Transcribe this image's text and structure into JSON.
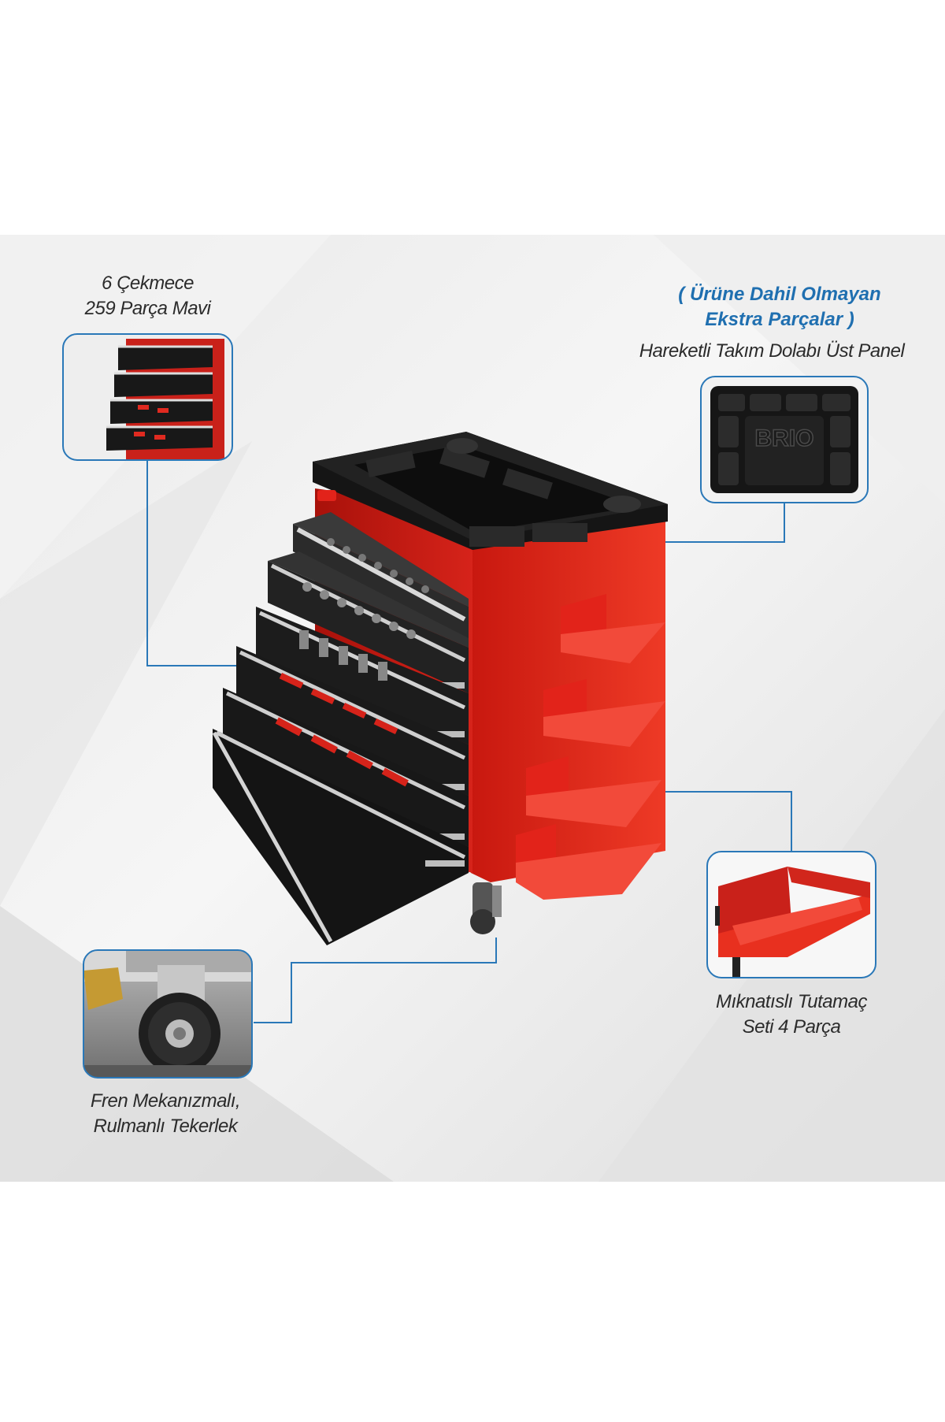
{
  "callouts": {
    "drawers": {
      "line1": "6 Çekmece",
      "line2": "259 Parça Mavi"
    },
    "extra": {
      "line1": "( Ürüne Dahil Olmayan",
      "line2": "Ekstra Parçalar )",
      "line3": "Hareketli Takım Dolabı Üst Panel"
    },
    "holder": {
      "line1": "Mıknatıslı Tutamaç",
      "line2": "Seti 4 Parça"
    },
    "wheel": {
      "line1": "Fren Mekanızmalı,",
      "line2": "Rulmanlı Tekerlek"
    }
  },
  "panel_logo": "BRIO",
  "colors": {
    "accent_blue": "#2a78b8",
    "cabinet_red": "#e2231a",
    "tray_black": "#151515"
  }
}
